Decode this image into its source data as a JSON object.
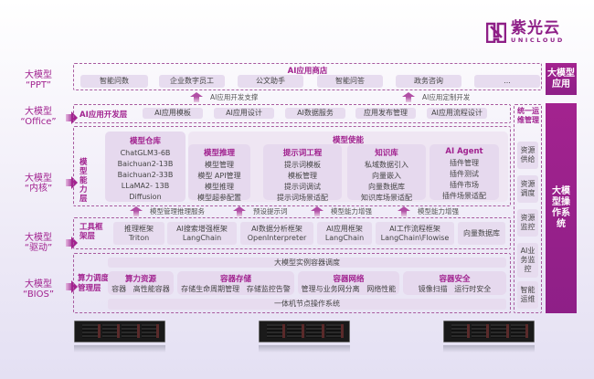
{
  "brand": {
    "name_cn": "紫光云",
    "name_en": "UNICLOUD",
    "color": "#8e1f87"
  },
  "side_labels": [
    {
      "line1": "大模型",
      "line2": "“PPT”"
    },
    {
      "line1": "大模型",
      "line2": "“Office”"
    },
    {
      "line1": "大模型",
      "line2": "“内核”"
    },
    {
      "line1": "大模型",
      "line2": "“驱动”"
    },
    {
      "line1": "大模型",
      "line2": "“BIOS”"
    }
  ],
  "app_store": {
    "title": "AI应用商店",
    "items": [
      "智能问数",
      "企业数字员工",
      "公文助手",
      "智能问答",
      "政务咨询",
      "..."
    ]
  },
  "arrows_top": [
    "AI应用开发支撑",
    "AI应用定制开发"
  ],
  "dev_layer": {
    "title": "AI应用开发层",
    "items": [
      "AI应用模板",
      "AI应用设计",
      "AI数据服务",
      "应用发布管理",
      "AI应用流程设计"
    ]
  },
  "model_layer": {
    "title": "模型能力层",
    "repo": {
      "title": "模型仓库",
      "items": [
        "ChatGLM3-6B",
        "Baichuan2-13B",
        "Baichuan2-33B",
        "LLaMA2-  13B",
        "Diffusion"
      ]
    },
    "enable": {
      "title": "模型使能",
      "groups": [
        {
          "title": "模型推理",
          "items": [
            "模型管理",
            "模型 API管理",
            "模型推理",
            "模型超参配置"
          ]
        },
        {
          "title": "提示词工程",
          "items": [
            "提示词模板",
            "模板管理",
            "提示词调试",
            "提示词场景适配"
          ]
        },
        {
          "title": "知识库",
          "items": [
            "私域数据引入",
            "向量嵌入",
            "向量数据库",
            "知识库场景适配"
          ]
        },
        {
          "title": "AI Agent",
          "items": [
            "插件管理",
            "插件测试",
            "插件市场",
            "插件场景适配"
          ]
        }
      ]
    }
  },
  "arrows_mid": [
    "模型管理推理服务",
    "预设提示词",
    "模型能力增强",
    "模型能力增强"
  ],
  "tool_layer": {
    "title": "工具框架层",
    "items": [
      {
        "l1": "推理框架",
        "l2": "Triton"
      },
      {
        "l1": "AI搜索增强框架",
        "l2": "LangChain"
      },
      {
        "l1": "AI数据分析框架",
        "l2": "OpenInterpreter"
      },
      {
        "l1": "AI应用框架",
        "l2": "LangChain"
      },
      {
        "l1": "AI工作流程框架",
        "l2": "LangChain\\Flowise"
      },
      {
        "l1": "向量数据库",
        "l2": ""
      }
    ]
  },
  "compute_layer": {
    "title": "算力调度管理层",
    "top_bar": "大模型实例容器调度",
    "groups": [
      {
        "title": "算力资源",
        "items": "容器   高性能容器"
      },
      {
        "title": "容器存储",
        "items": "存储生命周期管理   存储监控告警"
      },
      {
        "title": "容器网络",
        "items": "管理与业务网分离   网络性能"
      },
      {
        "title": "容器安全",
        "items": "镜像扫描   运行时安全"
      }
    ],
    "bottom_bar": "一体机节点操作系统"
  },
  "ops": {
    "title": "统一运维管理",
    "items": [
      "资源供给",
      "资源调度",
      "资源监控",
      "AI业务监控",
      "智能运维"
    ]
  },
  "right_bars": {
    "app": "大模型应用",
    "os": "大模型操作系统"
  },
  "servers": 3
}
